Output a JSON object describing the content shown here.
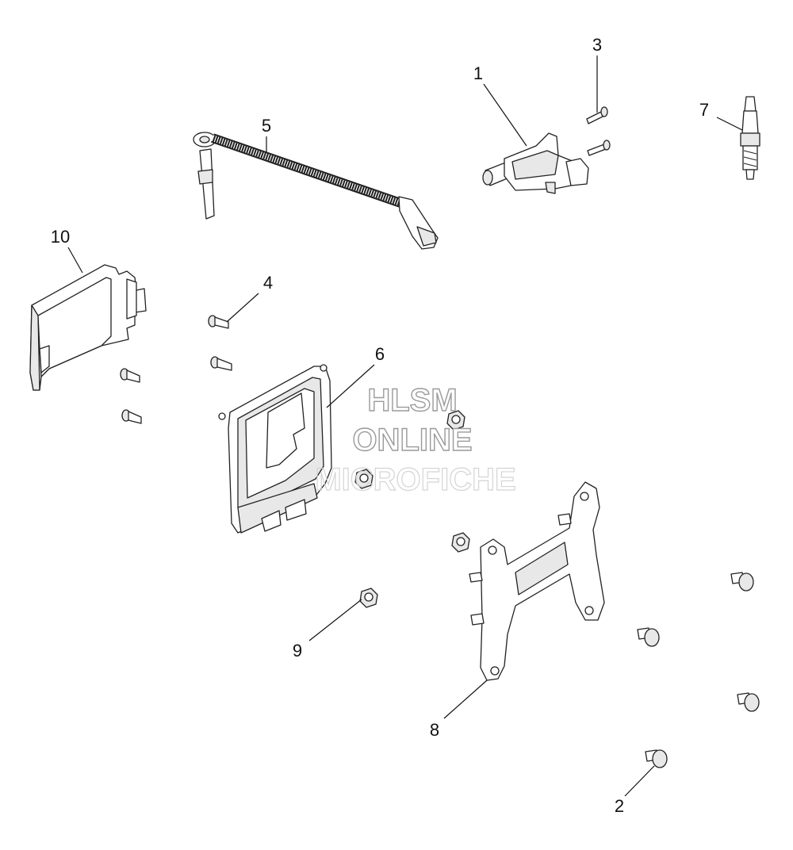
{
  "callouts": [
    {
      "id": "1",
      "label": "1"
    },
    {
      "id": "2",
      "label": "2"
    },
    {
      "id": "3",
      "label": "3"
    },
    {
      "id": "4",
      "label": "4"
    },
    {
      "id": "5",
      "label": "5"
    },
    {
      "id": "6",
      "label": "6"
    },
    {
      "id": "7",
      "label": "7"
    },
    {
      "id": "8",
      "label": "8"
    },
    {
      "id": "9",
      "label": "9"
    },
    {
      "id": "10",
      "label": "10"
    }
  ],
  "watermark": {
    "line1": "HLSM",
    "line2": "ONLINE",
    "line3": "MICROFICHE"
  }
}
